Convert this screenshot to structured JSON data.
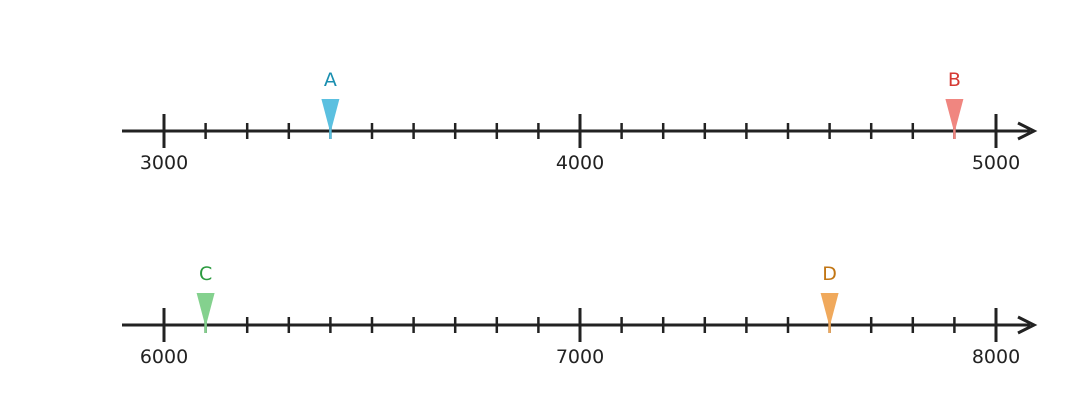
{
  "number_lines": [
    {
      "min": 3000,
      "max": 5000,
      "minor_step": 100,
      "major_step": 1000,
      "tick_labels": [
        "3000",
        "4000",
        "5000"
      ],
      "markers": [
        {
          "label": "A",
          "value": 3400,
          "color": "#5bc0e0",
          "label_color": "#1a8fb0"
        },
        {
          "label": "B",
          "value": 4900,
          "color": "#f08680",
          "label_color": "#d63a34"
        }
      ]
    },
    {
      "min": 6000,
      "max": 8000,
      "minor_step": 100,
      "major_step": 1000,
      "tick_labels": [
        "6000",
        "7000",
        "8000"
      ],
      "markers": [
        {
          "label": "C",
          "value": 6100,
          "color": "#84d18e",
          "label_color": "#2a9a3e"
        },
        {
          "label": "D",
          "value": 7600,
          "color": "#f0a95c",
          "label_color": "#c27614"
        }
      ]
    }
  ]
}
